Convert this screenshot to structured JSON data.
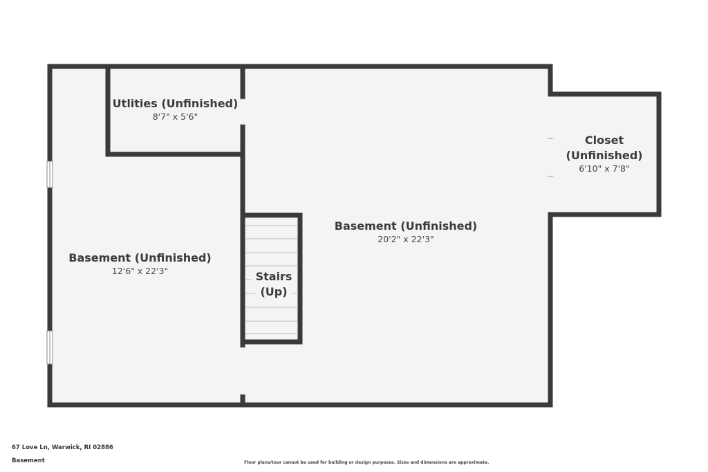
{
  "rooms": {
    "utilities": {
      "name": "Utlities (Unfinished)",
      "dims": "8'7\" x 5'6\""
    },
    "basement_left": {
      "name": "Basement (Unfinished)",
      "dims": "12'6\" x 22'3\""
    },
    "basement_main": {
      "name": "Basement (Unfinished)",
      "dims": "20'2\" x 22'3\""
    },
    "closet": {
      "name_line1": "Closet",
      "name_line2": "(Unfinished)",
      "dims": "6'10\" x 7'8\""
    },
    "stairs": {
      "name_line1": "Stairs",
      "name_line2": "(Up)"
    }
  },
  "footer": {
    "address": "67 Love Ln, Warwick, RI 02886",
    "floor": "Basement",
    "disclaimer": "Floor plans/tour cannot be used for building or design purposes. Sizes and dimensions are approximate."
  },
  "colors": {
    "wall": "#3a3a3a",
    "floor": "#f4f4f4",
    "background": "#ffffff"
  }
}
